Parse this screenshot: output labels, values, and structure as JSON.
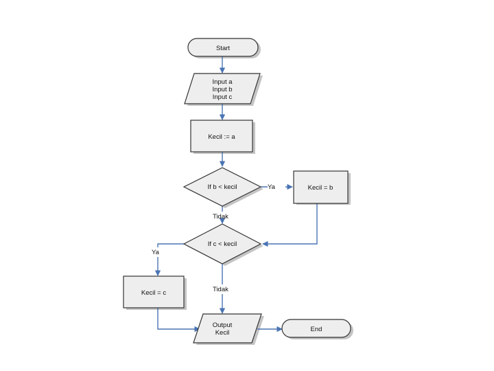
{
  "colors": {
    "shape_fill": "#eeeeee",
    "shape_stroke": "#333333",
    "connector": "#4a74b3",
    "background": "#ffffff"
  },
  "nodes": {
    "start": {
      "type": "terminal",
      "label": "Start"
    },
    "input": {
      "type": "io",
      "lines": [
        "Input a",
        "Input b",
        "Input c"
      ]
    },
    "assign_a": {
      "type": "process",
      "label": "Kecil := a"
    },
    "check_b": {
      "type": "decision",
      "label": "If b < kecil"
    },
    "assign_b": {
      "type": "process",
      "label": "Kecil = b"
    },
    "check_c": {
      "type": "decision",
      "label": "If c < kecil"
    },
    "assign_c": {
      "type": "process",
      "label": "Kecil = c"
    },
    "output": {
      "type": "io",
      "lines": [
        "Output",
        "Kecil"
      ]
    },
    "end": {
      "type": "terminal",
      "label": "End"
    }
  },
  "edges": {
    "check_b_yes": "Ya",
    "check_b_no": "Tidak",
    "check_c_yes": "Ya",
    "check_c_no": "Tidak"
  }
}
